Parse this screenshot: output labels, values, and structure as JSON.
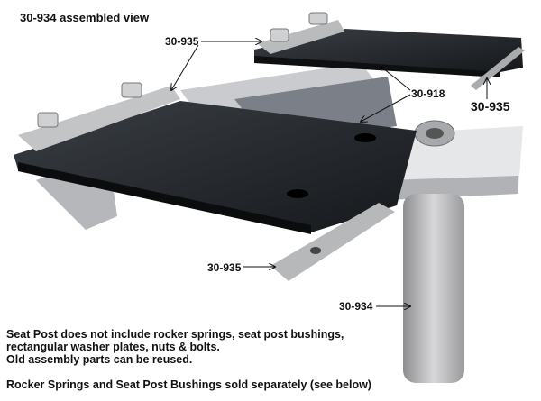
{
  "title": "30-934 assembled view",
  "callouts": {
    "rocker_upper_left": "30-935",
    "spring_plates": "30-918",
    "washer_right": "30-935",
    "washer_lower": "30-935",
    "seat_post": "30-934"
  },
  "notes": {
    "line1": "Seat Post does not include rocker springs, seat post bushings,",
    "line2": "rectangular washer plates, nuts & bolts.",
    "line3": "Old assembly parts can be reused.",
    "line4": "Rocker Springs and Seat Post Bushings sold separately (see below)"
  }
}
